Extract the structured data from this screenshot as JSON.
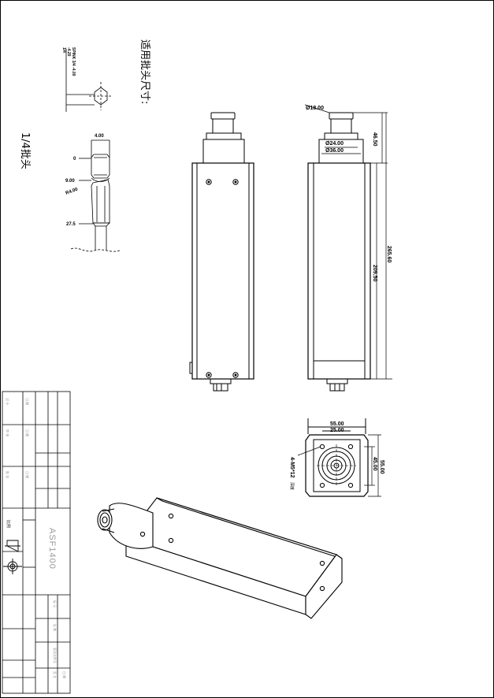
{
  "notes": {
    "bit_size_caption": "适用批头尺寸:",
    "bit_label": "1/4批头"
  },
  "bit_detail": {
    "width": "4.00",
    "mark_zero": "0",
    "mark_9": "9.00",
    "radius": "R4.00",
    "mark_27": "27.5",
    "spec_1": "SPINK 3/4 -4.00",
    "spec_2": "-4.20",
    "spec_3": "1/4"
  },
  "side_view": {
    "dia_top": "Ø18.00",
    "dia_mid": "Ø24.00",
    "dia_body": "Ø36.00",
    "len_head": "46.50",
    "len_body": "209.50",
    "len_total": "265.60"
  },
  "end_view": {
    "outer_w": "55.00",
    "inner_w": "25.00",
    "inner_h": "45.00",
    "outer_h": "55.00",
    "holes": "4-M5*12",
    "holes_note": "深度"
  },
  "title_block": {
    "model": "ASF1400",
    "scale_label": "比例",
    "cells_top": [
      "设 计",
      "审 核",
      "批 准",
      "日 期",
      "日 期",
      "日 期"
    ],
    "cells_bottom": [
      "标 记",
      "处 数",
      "更改文件号",
      "签 名",
      "日 期"
    ]
  }
}
